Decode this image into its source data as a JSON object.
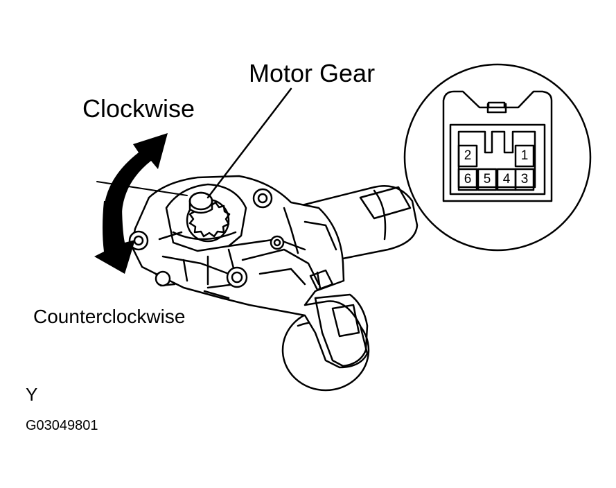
{
  "labels": {
    "motor_gear": "Motor Gear",
    "clockwise": "Clockwise",
    "counterclockwise": "Counterclockwise",
    "view_letter": "Y",
    "figure_code": "G03049801"
  },
  "connector": {
    "pins": [
      "2",
      "1",
      "6",
      "5",
      "4",
      "3"
    ]
  }
}
